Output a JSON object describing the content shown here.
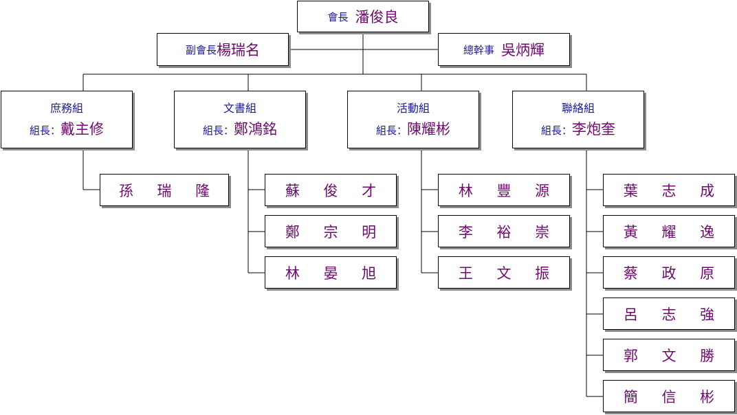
{
  "president": {
    "role": "會長",
    "name": "潘俊良"
  },
  "vice_president": {
    "role": "副會長",
    "name": "楊瑞名"
  },
  "secretary_general": {
    "role": "總幹事",
    "name": "吳炳輝"
  },
  "groups": [
    {
      "name": "庶務組",
      "leader_role": "組長：",
      "leader": "戴主修",
      "members": [
        "孫 瑞 隆"
      ]
    },
    {
      "name": "文書組",
      "leader_role": "組長：",
      "leader": "鄭鴻銘",
      "members": [
        "蘇 俊 才",
        "鄭 宗 明",
        "林 晏 旭"
      ]
    },
    {
      "name": "活動組",
      "leader_role": "組長：",
      "leader": "陳耀彬",
      "members": [
        "林 豐 源",
        "李 裕 崇",
        "王 文 振"
      ]
    },
    {
      "name": "聯絡組",
      "leader_role": "組長：",
      "leader": "李炮奎",
      "members": [
        "葉 志 成",
        "黃 耀 逸",
        "蔡 政 原",
        "呂 志 強",
        "郭 文 勝",
        "簡 信 彬"
      ]
    }
  ],
  "colors": {
    "role_text": "#1a1a99",
    "name_text": "#6e0a6e",
    "shadow": "#8c8c8c"
  }
}
